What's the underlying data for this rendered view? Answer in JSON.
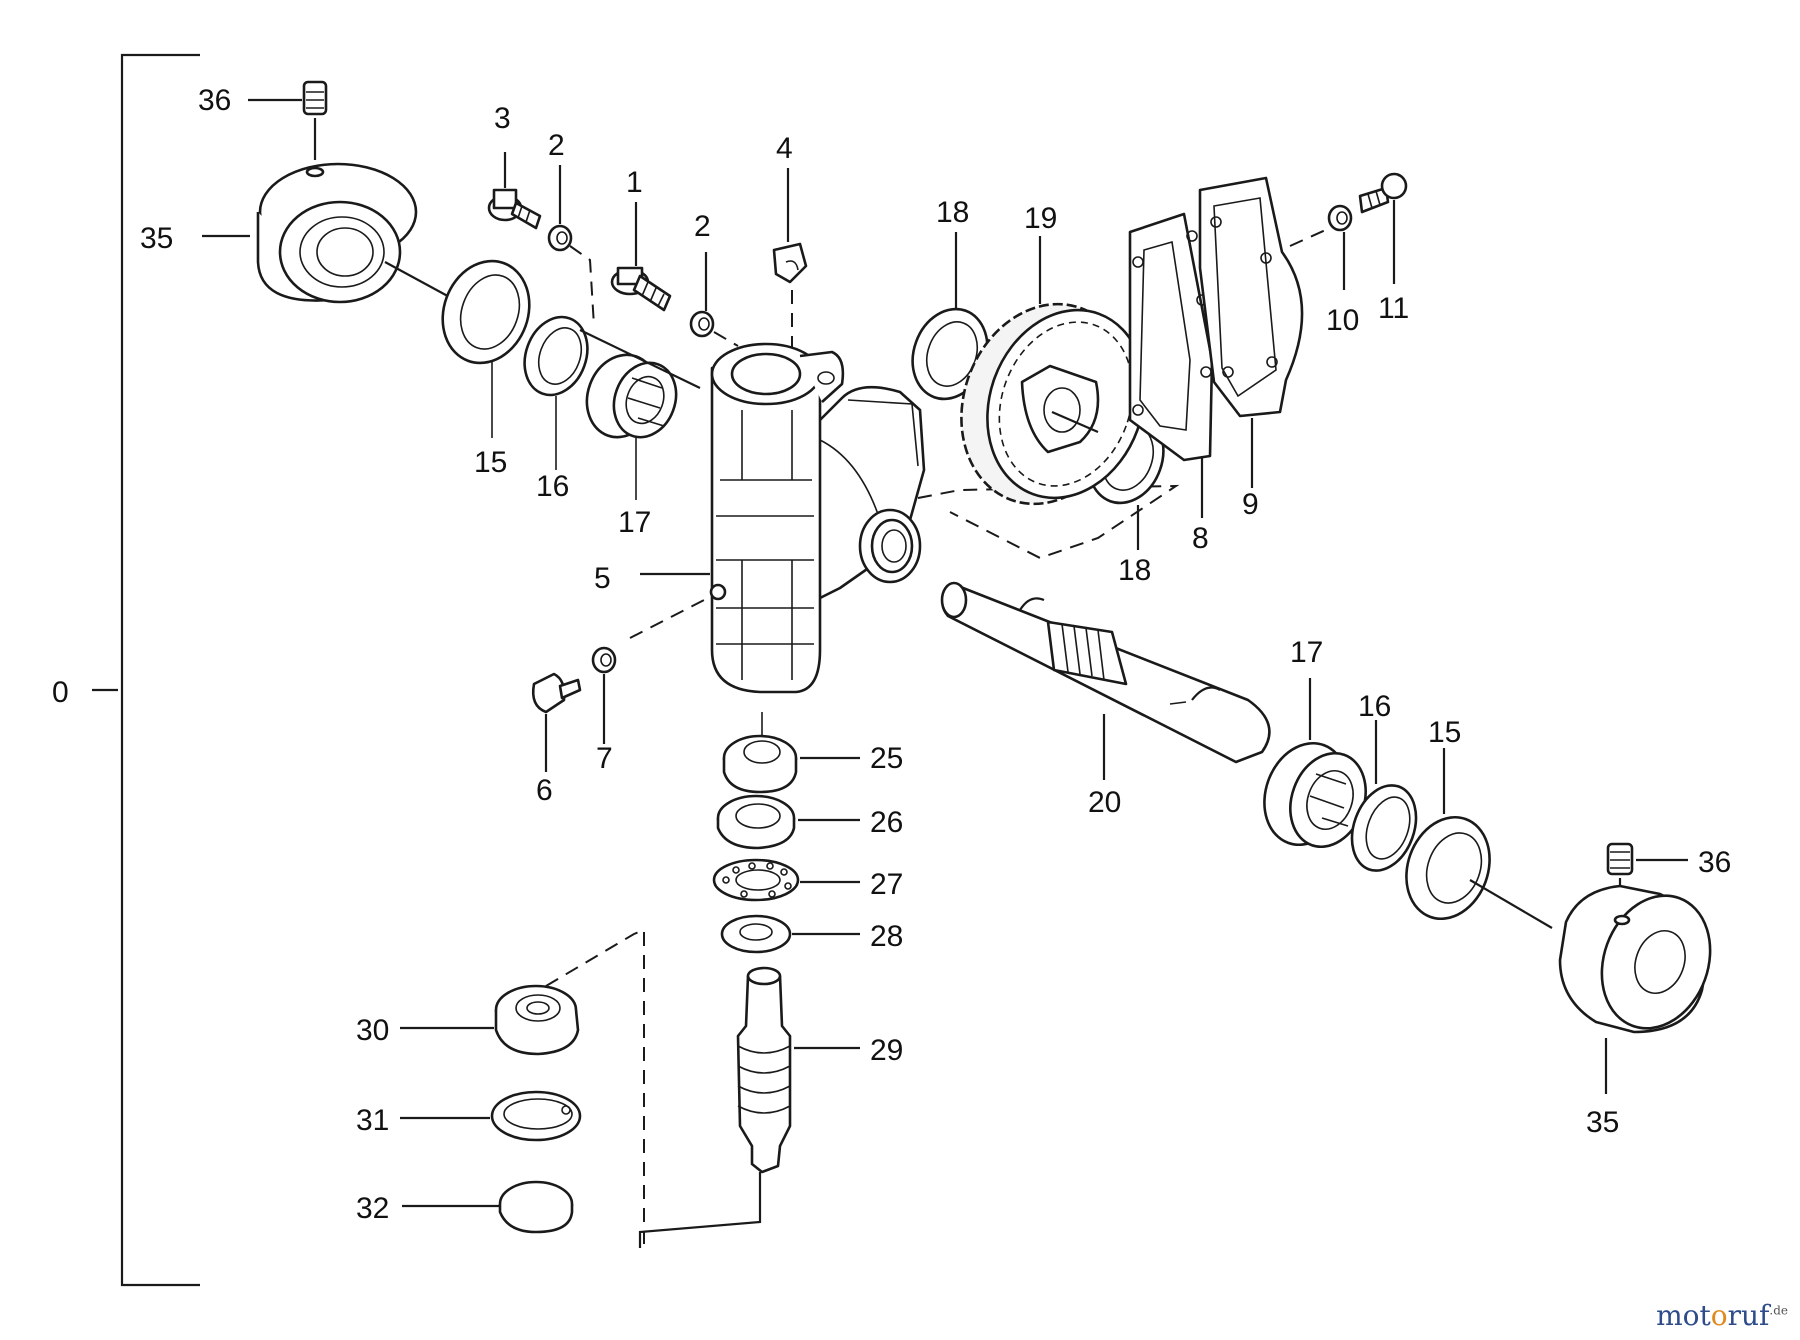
{
  "diagram": {
    "group_marker": "0",
    "labels": {
      "l1": "1",
      "l2a": "2",
      "l2b": "2",
      "l3": "3",
      "l4": "4",
      "l5": "5",
      "l6": "6",
      "l7": "7",
      "l8": "8",
      "l9": "9",
      "l10": "10",
      "l11": "11",
      "l15a": "15",
      "l15b": "15",
      "l16a": "16",
      "l16b": "16",
      "l17a": "17",
      "l17b": "17",
      "l18a": "18",
      "l18b": "18",
      "l19": "19",
      "l20": "20",
      "l25": "25",
      "l26": "26",
      "l27": "27",
      "l28": "28",
      "l29": "29",
      "l30": "30",
      "l31": "31",
      "l32": "32",
      "l35a": "35",
      "l35b": "35",
      "l36a": "36",
      "l36b": "36"
    }
  },
  "watermark": {
    "prefix": "mot",
    "accent": "o",
    "suffix": "ruf",
    "tld": ".de"
  }
}
